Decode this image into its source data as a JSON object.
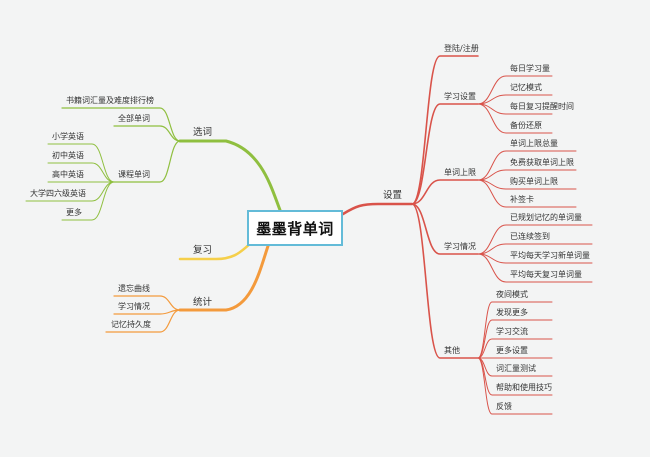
{
  "root": {
    "label": "墨墨背单词"
  },
  "colors": {
    "background": "#f3f4f4",
    "root_border": "#63bbd8",
    "settings": "#d9534a",
    "select": "#8fbf3f",
    "review": "#f5cf4a",
    "stats": "#f39a3c"
  },
  "settings": {
    "label": "设置",
    "login": "登陆/注册",
    "study": {
      "label": "学习设置",
      "items": [
        "每日学习量",
        "记忆模式",
        "每日复习提醒时间",
        "备份还原"
      ]
    },
    "limit": {
      "label": "单词上限",
      "items": [
        "单词上限总量",
        "免费获取单词上限",
        "购买单词上限",
        "补签卡"
      ]
    },
    "progress": {
      "label": "学习情况",
      "items": [
        "已规划记忆的单词量",
        "已连续签到",
        "平均每天学习新单词量",
        "平均每天复习单词量"
      ]
    },
    "other": {
      "label": "其他",
      "items": [
        "夜间模式",
        "发现更多",
        "学习交流",
        "更多设置",
        "词汇量测试",
        "帮助和使用技巧",
        "反馈"
      ]
    }
  },
  "select": {
    "label": "选词",
    "all_words": "全部单词",
    "ranking": "书籍词汇量及难度排行榜",
    "course": {
      "label": "课程单词",
      "items": [
        "小学英语",
        "初中英语",
        "高中英语",
        "大学四六级英语",
        "更多"
      ]
    }
  },
  "review": {
    "label": "复习"
  },
  "stats": {
    "label": "统计",
    "items": [
      "遗忘曲线",
      "学习情况",
      "记忆持久度"
    ]
  }
}
